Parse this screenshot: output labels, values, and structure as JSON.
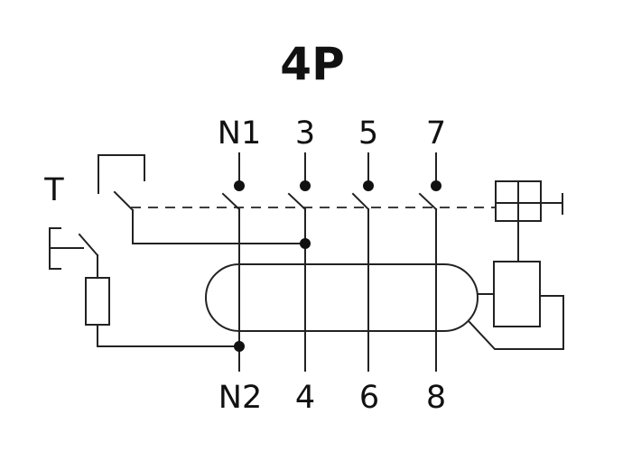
{
  "diagram": {
    "title": "4P",
    "test_button_label": "T",
    "top_terminals": [
      "N1",
      "3",
      "5",
      "7"
    ],
    "bottom_terminals": [
      "N2",
      "4",
      "6",
      "8"
    ]
  }
}
